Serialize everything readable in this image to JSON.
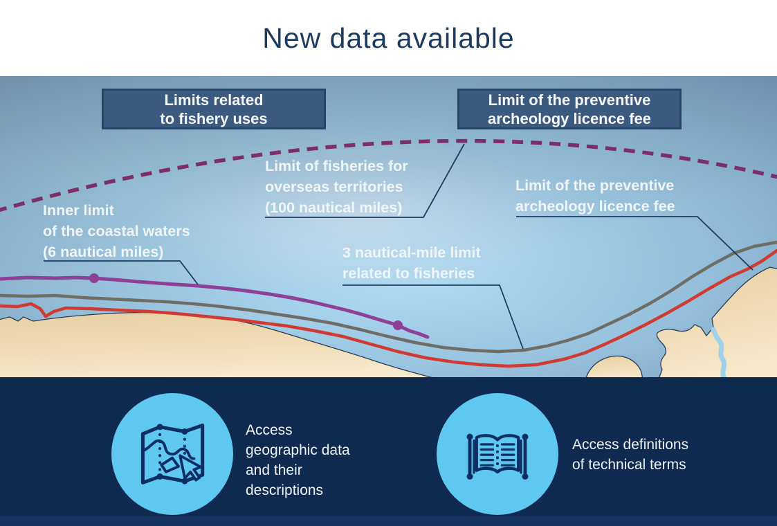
{
  "title": "New data available",
  "title_color": "#1c3a5f",
  "map": {
    "header_boxes": [
      {
        "lines": [
          "Limits related",
          "to fishery uses"
        ]
      },
      {
        "lines": [
          "Limit of the preventive",
          "archeology licence fee"
        ]
      }
    ],
    "labels": {
      "inner_limit": {
        "lines": [
          "Inner limit",
          "of the coastal waters",
          "(6 nautical miles)"
        ]
      },
      "overseas_fisheries": {
        "lines": [
          "Limit of fisheries for",
          "overseas territories",
          "(100 nautical miles)"
        ]
      },
      "preventive_archeology": {
        "lines": [
          "Limit of the preventive",
          "archeology licence fee"
        ]
      },
      "three_mile": {
        "lines": [
          "3 nautical-mile limit",
          "related to fisheries"
        ]
      }
    },
    "lines": [
      {
        "name": "limit-of-fisheries-overseas-territories",
        "style": "dashed",
        "color": "#7b2d6c"
      },
      {
        "name": "inner-limit-of-coastal-waters",
        "style": "solid",
        "color": "#8e3f96"
      },
      {
        "name": "three-nautical-mile-limit",
        "style": "solid",
        "color": "#6e6e67"
      },
      {
        "name": "limit-of-preventive-archeology-licence-fee",
        "style": "solid",
        "color": "#cf3a32"
      }
    ],
    "colors": {
      "sea_center": "#d2eaf8",
      "sea_edge": "#7a9ab0",
      "land": "#f0dcb6",
      "box_background": "#3b5a80",
      "leader_line": "#1d3b60"
    }
  },
  "footer": {
    "background": "#0e2a50",
    "circle_color": "#5fc8f0",
    "icon_color": "#0c2f63",
    "items": [
      {
        "icon": "map-icon",
        "lines": [
          "Access",
          "geographic data",
          "and their",
          "descriptions"
        ]
      },
      {
        "icon": "book-icon",
        "lines": [
          "Access definitions",
          "of technical terms"
        ]
      }
    ]
  }
}
